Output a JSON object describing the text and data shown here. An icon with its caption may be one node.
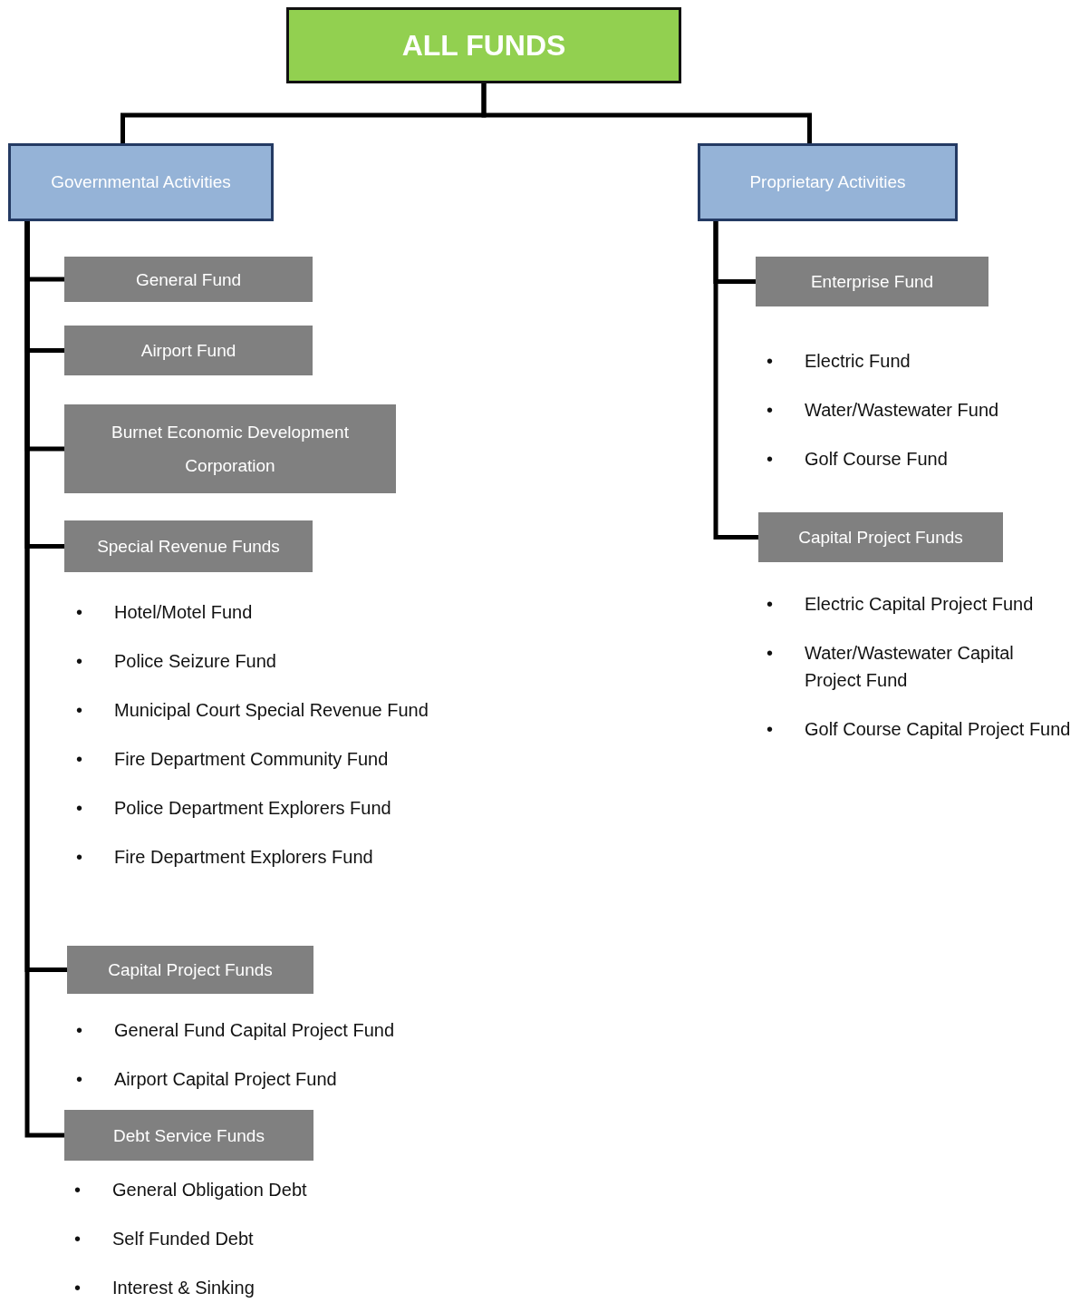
{
  "diagram": {
    "nodes": [
      {
        "text": [
          "ALL FUNDS"
        ]
      },
      {
        "text": [
          "Governmental Activities"
        ]
      },
      {
        "text": [
          "Proprietary Activities"
        ]
      },
      {
        "text": [
          "General Fund"
        ]
      },
      {
        "text": [
          "Airport Fund"
        ]
      },
      {
        "text": [
          "Burnet Economic Development Corporation"
        ]
      },
      {
        "text": [
          "Special Revenue Funds"
        ],
        "beside": [
          "• Hotel/Motel Fund",
          "• Police Seizure Fund",
          "• Municipal Court Special Revenue Fund",
          "• Fire Department Community Fund",
          "• Police Department Explorers Fund",
          "• Fire Department Explorers Fund"
        ]
      },
      {
        "text": [
          "Capital Project Funds"
        ],
        "beside": [
          "• General Fund Capital Project Fund",
          "• Airport Capital Project Fund"
        ]
      },
      {
        "text": [
          "Debt Service Funds"
        ],
        "beside": [
          "• General Obligation Debt",
          "• Self Funded Debt",
          "• Interest & Sinking"
        ]
      },
      {
        "text": [
          "Enterprise Fund"
        ],
        "beside": [
          "• Electric Fund",
          "• Water/Wastewater Fund",
          "• Golf Course Fund"
        ]
      },
      {
        "text": [
          "Capital Project Funds"
        ],
        "beside": [
          "• Electric Capital Project Fund",
          "• Water/Wastewater Capital Project Fund",
          "• Golf Course Capital Project Fund"
        ]
      }
    ],
    "edges": [
      {
        "from": 0,
        "to": 1,
        "arrow": "none"
      },
      {
        "from": 0,
        "to": 2,
        "arrow": "none"
      },
      {
        "from": 1,
        "to": 3,
        "arrow": "none"
      },
      {
        "from": 1,
        "to": 4,
        "arrow": "none"
      },
      {
        "from": 1,
        "to": 5,
        "arrow": "none"
      },
      {
        "from": 1,
        "to": 6,
        "arrow": "none"
      },
      {
        "from": 1,
        "to": 7,
        "arrow": "none"
      },
      {
        "from": 1,
        "to": 8,
        "arrow": "none"
      },
      {
        "from": 2,
        "to": 9,
        "arrow": "none"
      },
      {
        "from": 2,
        "to": 10,
        "arrow": "none"
      }
    ]
  }
}
